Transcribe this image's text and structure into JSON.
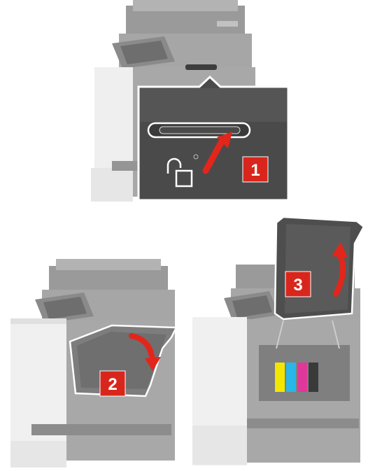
{
  "steps": [
    {
      "number": "1",
      "instruction": "release-latch"
    },
    {
      "number": "2",
      "instruction": "open-front-door"
    },
    {
      "number": "3",
      "instruction": "open-top-door"
    }
  ],
  "colors": {
    "printer_body": "#a8a8a8",
    "printer_dark": "#8a8a8a",
    "cabinet_white": "#f2f2f2",
    "callout_panel": "#4a4a4a",
    "badge_red": "#d9261c",
    "arrow_red": "#e2261c",
    "toner_yellow": "#f3e600",
    "toner_cyan": "#29b6e8",
    "toner_magenta": "#e0389a"
  },
  "icons": [
    "unlock-icon",
    "curved-arrow-icon"
  ]
}
